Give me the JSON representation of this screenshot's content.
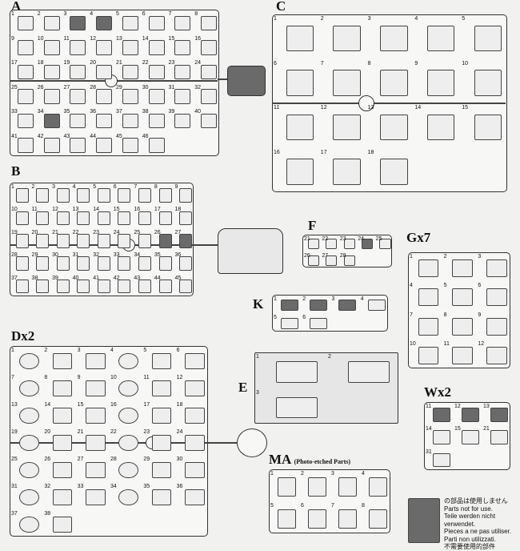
{
  "sprues": [
    {
      "id": "A",
      "label": "A",
      "parts": [
        "1",
        "2",
        "3",
        "4",
        "5",
        "6",
        "7",
        "8",
        "9",
        "10",
        "11",
        "12",
        "13",
        "14",
        "15",
        "16",
        "17",
        "18",
        "19",
        "20",
        "21",
        "22",
        "23",
        "24",
        "25",
        "26",
        "27",
        "28",
        "29",
        "30",
        "31",
        "32",
        "33",
        "34",
        "35",
        "36",
        "37",
        "38",
        "39",
        "40",
        "41",
        "42",
        "43",
        "44",
        "45",
        "46"
      ]
    },
    {
      "id": "C",
      "label": "C",
      "parts": [
        "1",
        "2",
        "3",
        "4",
        "5",
        "6",
        "7",
        "8",
        "9",
        "10",
        "11",
        "12",
        "13",
        "14",
        "15",
        "16",
        "17",
        "18"
      ]
    },
    {
      "id": "B",
      "label": "B",
      "parts": [
        "1",
        "2",
        "3",
        "4",
        "5",
        "6",
        "7",
        "8",
        "9",
        "10",
        "11",
        "12",
        "13",
        "14",
        "15",
        "16",
        "17",
        "18",
        "19",
        "20",
        "21",
        "22",
        "23",
        "24",
        "25",
        "26",
        "27",
        "28",
        "29",
        "30",
        "31",
        "32",
        "33",
        "34",
        "35",
        "36",
        "37",
        "38",
        "39",
        "40",
        "41",
        "42",
        "43",
        "44",
        "45"
      ]
    },
    {
      "id": "F",
      "label": "F",
      "parts": [
        "21",
        "22",
        "23",
        "24",
        "25",
        "26",
        "27",
        "28"
      ]
    },
    {
      "id": "Gx7",
      "label": "Gx7",
      "parts": [
        "1",
        "2",
        "3",
        "4",
        "5",
        "6",
        "7",
        "8",
        "9",
        "10",
        "11",
        "12"
      ]
    },
    {
      "id": "K",
      "label": "K",
      "parts": [
        "1",
        "2",
        "3",
        "4",
        "5",
        "6"
      ]
    },
    {
      "id": "Dx2",
      "label": "Dx2",
      "parts": [
        "1",
        "2",
        "3",
        "4",
        "5",
        "6",
        "7",
        "8",
        "9",
        "10",
        "11",
        "12",
        "13",
        "14",
        "15",
        "16",
        "17",
        "18",
        "19",
        "20",
        "21",
        "22",
        "23",
        "24",
        "25",
        "26",
        "27",
        "28",
        "29",
        "30",
        "31",
        "32",
        "33",
        "34",
        "35",
        "36",
        "37",
        "38"
      ]
    },
    {
      "id": "E",
      "label": "E",
      "parts": [
        "1",
        "2",
        "3"
      ]
    },
    {
      "id": "Wx2",
      "label": "Wx2",
      "parts": [
        "11",
        "12",
        "13",
        "14",
        "15",
        "21",
        "31"
      ]
    },
    {
      "id": "MA",
      "label": "MA",
      "sub": "(Photo-etched Parts)",
      "parts": [
        "1",
        "2",
        "3",
        "4",
        "5",
        "6",
        "7",
        "8"
      ]
    }
  ],
  "legend": {
    "color": "#6a6a6a",
    "lines": [
      "の部品は使用しません",
      "Parts not for use.",
      "Teile werden nicht verwendet.",
      "Pieces a ne pas utiliser.",
      "Parti non utilizzati.",
      "不需要使用的部件"
    ]
  }
}
